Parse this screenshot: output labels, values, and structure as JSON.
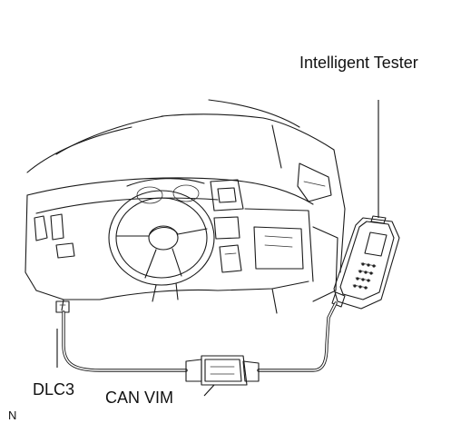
{
  "labels": {
    "tester": "Intelligent Tester",
    "dlc3": "DLC3",
    "can_vim": "CAN VIM",
    "corner": "N"
  }
}
